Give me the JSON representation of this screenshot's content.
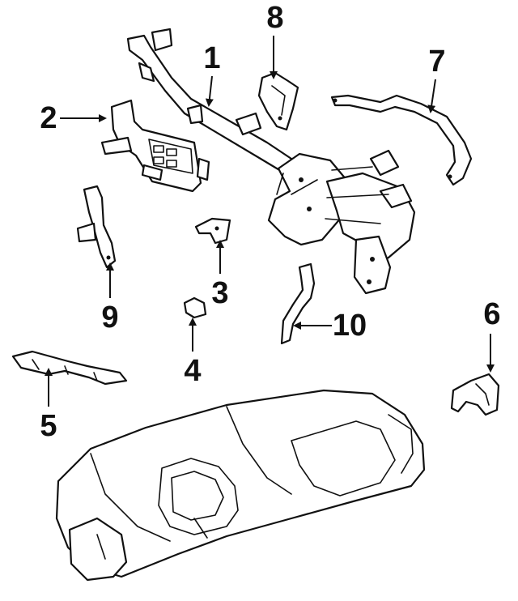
{
  "callouts": {
    "c1": "1",
    "c2": "2",
    "c3": "3",
    "c4": "4",
    "c5": "5",
    "c6": "6",
    "c7": "7",
    "c8": "8",
    "c9": "9",
    "c10": "10"
  },
  "colors": {
    "ink": "#111111",
    "background": "#ffffff"
  }
}
